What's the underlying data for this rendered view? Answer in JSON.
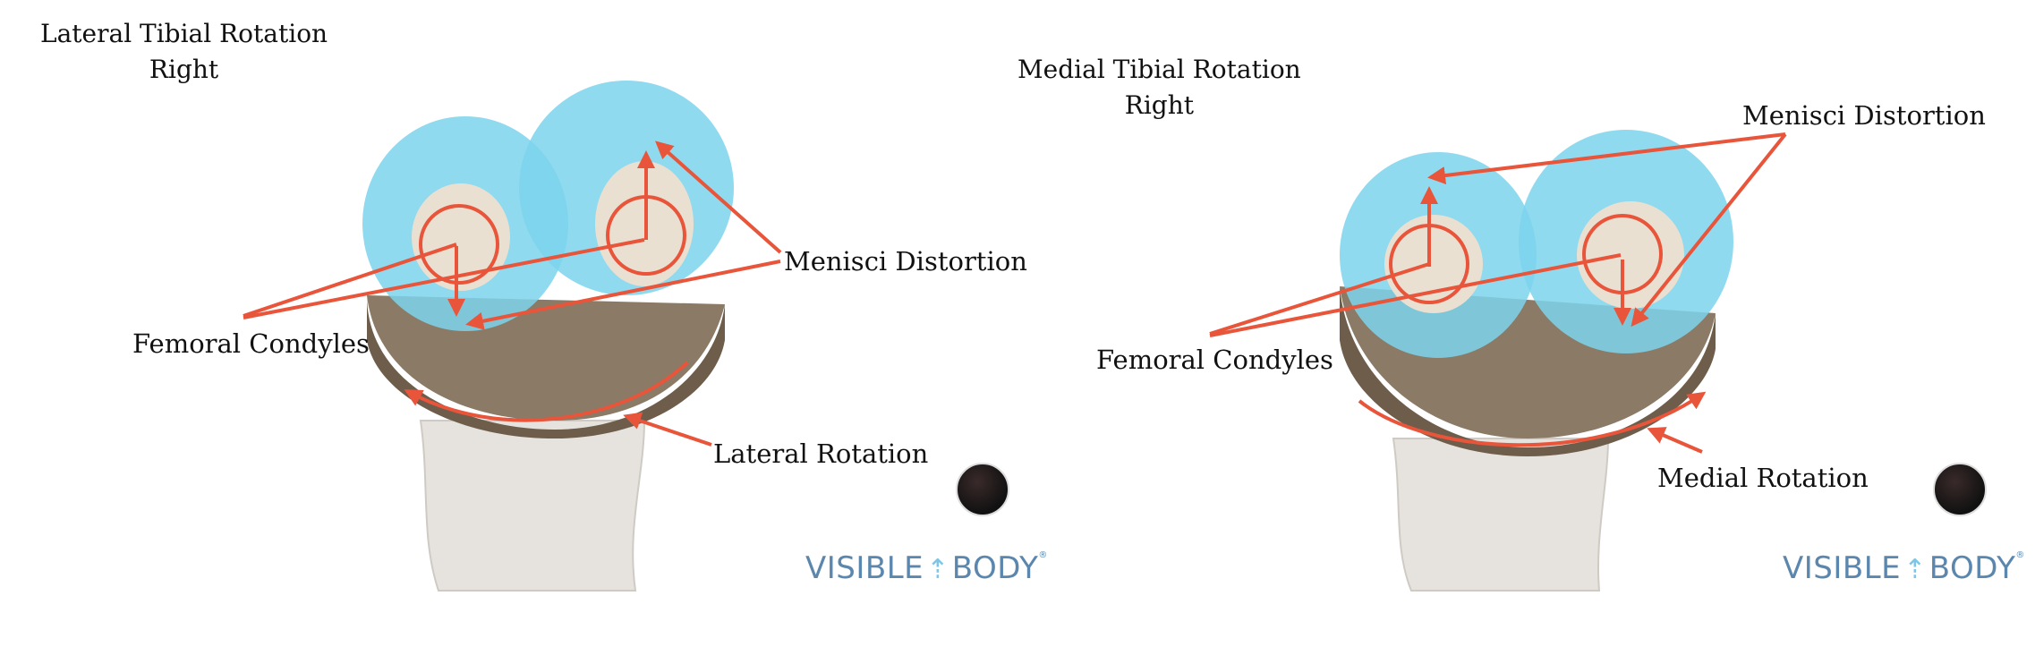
{
  "panels": [
    {
      "title_line1": "Lateral Tibial Rotation",
      "title_line2": "Right",
      "label_menisci": "Menisci Distortion",
      "label_femoral": "Femoral Condyles",
      "label_rotation": "Lateral Rotation"
    },
    {
      "title_line1": "Medial Tibial Rotation",
      "title_line2": "Right",
      "label_menisci": "Menisci Distortion",
      "label_femoral": "Femoral Condyles",
      "label_rotation": "Medial Rotation"
    }
  ],
  "logo": {
    "word1": "VISIBLE",
    "word2": "BODY",
    "mark": "®"
  },
  "colors": {
    "arrow": "#e8553a",
    "meniscus": "#7cd3ec",
    "bone": "#eae0d2",
    "bone_dark": "#6e5d4a",
    "shaft": "#e6e3df",
    "logo_text": "#5b86ad"
  }
}
